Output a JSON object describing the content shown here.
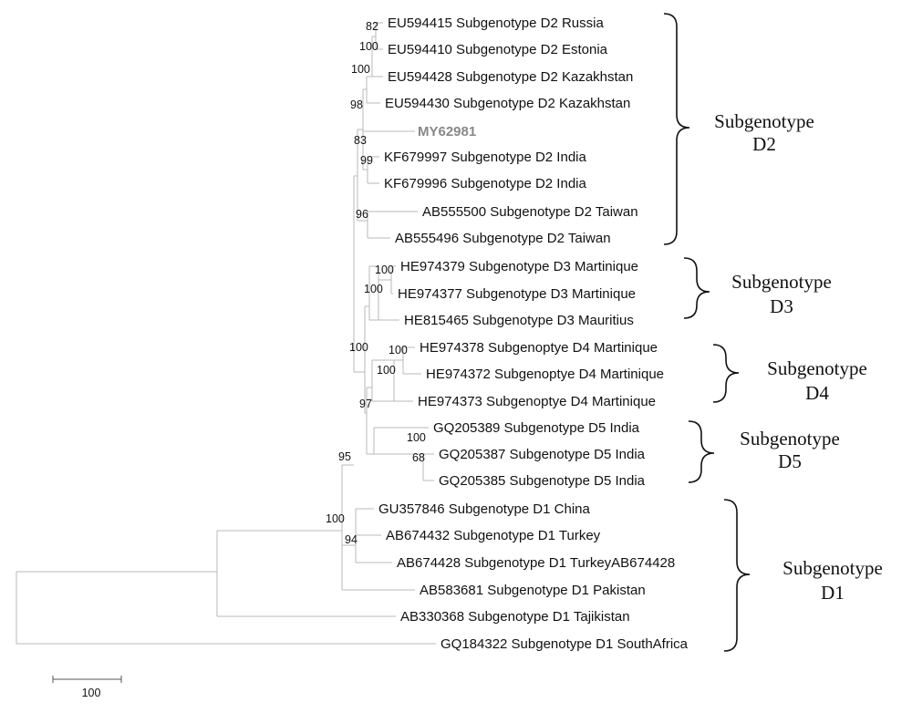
{
  "tree": {
    "leaves": [
      {
        "label": "EU594415 Subgenotype D2 Russia"
      },
      {
        "label": "EU594410 Subgenotype D2 Estonia"
      },
      {
        "label": "EU594428 Subgenotype D2 Kazakhstan"
      },
      {
        "label": "EU594430 Subgenotype D2 Kazakhstan"
      },
      {
        "label": "MY62981",
        "highlight": true
      },
      {
        "label": "KF679997 Subgenotype D2 India"
      },
      {
        "label": "KF679996 Subgenotype D2 India"
      },
      {
        "label": "AB555500 Subgenotype D2 Taiwan"
      },
      {
        "label": "AB555496 Subgenotype D2 Taiwan"
      },
      {
        "label": "HE974379 Subgenotype D3 Martinique"
      },
      {
        "label": "HE974377 Subgenotype D3 Martinique"
      },
      {
        "label": "HE815465 Subgenotype D3 Mauritius"
      },
      {
        "label": "HE974378 Subgenoptye D4 Martinique"
      },
      {
        "label": "HE974372 Subgenoptye D4 Martinique"
      },
      {
        "label": "HE974373 Subgenoptye D4 Martinique"
      },
      {
        "label": "GQ205389 Subgenotype D5 India"
      },
      {
        "label": "GQ205387 Subgenotype D5 India"
      },
      {
        "label": "GQ205385 Subgenotype D5 India"
      },
      {
        "label": "GU357846 Subgenotype D1 China"
      },
      {
        "label": "AB674432 Subgenotype D1 Turkey"
      },
      {
        "label": "AB674428 Subgenotype D1 TurkeyAB674428"
      },
      {
        "label": "AB583681 Subgenotype D1 Pakistan"
      },
      {
        "label": "AB330368 Subgenotype D1 Tajikistan"
      },
      {
        "label": "GQ184322 Subgenotype D1 SouthAfrica"
      }
    ],
    "bootstrap": [
      "82",
      "100",
      "100",
      "98",
      "83",
      "99",
      "96",
      "100",
      "100",
      "100",
      "100",
      "100",
      "97",
      "100",
      "68",
      "95",
      "100",
      "94"
    ],
    "groups": [
      {
        "line1": "Subgenotype",
        "line2": "D2"
      },
      {
        "line1": "Subgenotype",
        "line2": "D3"
      },
      {
        "line1": "Subgenotype",
        "line2": "D4"
      },
      {
        "line1": "Subgenotype",
        "line2": "D5"
      },
      {
        "line1": "Subgenotype",
        "line2": "D1"
      }
    ],
    "scale_bar": {
      "label": "100"
    },
    "colors": {
      "branch": "#b8b8b8",
      "highlight_leaf": "#888888",
      "text": "#111111"
    }
  }
}
